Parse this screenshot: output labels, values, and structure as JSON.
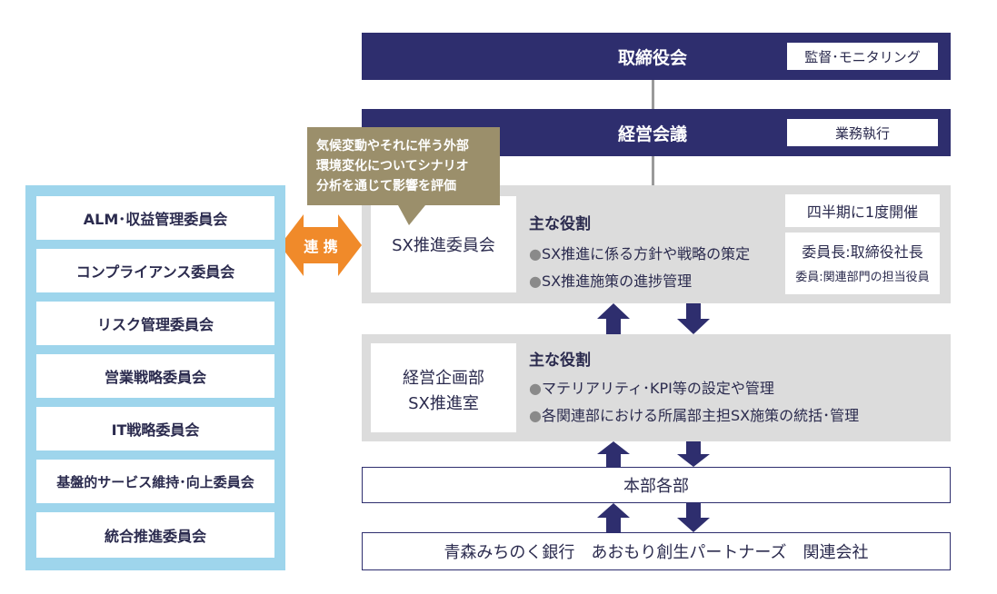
{
  "board": {
    "title": "取締役会",
    "tag": "監督･モニタリング"
  },
  "management": {
    "title": "経営会議",
    "tag": "業務執行"
  },
  "callout": {
    "line1": "気候変動やそれに伴う外部",
    "line2": "環境変化についてシナリオ",
    "line3": "分析を通じて影響を評価"
  },
  "sx_committee": {
    "title": "SX推進委員会",
    "roles_heading": "主な役割",
    "roles": [
      "SX推進に係る方針や戦略の策定",
      "SX推進施策の進捗管理"
    ],
    "frequency": "四半期に1度開催",
    "chair": "委員長:取締役社長",
    "members": "委員:関連部門の担当役員"
  },
  "link_label": "連 携",
  "planning": {
    "title_line1": "経営企画部",
    "title_line2": "SX推進室",
    "roles_heading": "主な役割",
    "roles": [
      "マテリアリティ･KPI等の設定や管理",
      "各関連部における所属部主担SX施策の統括･管理"
    ]
  },
  "departments": {
    "label": "本部各部"
  },
  "group": {
    "label": "青森みちのく銀行　あおもり創生パートナーズ　関連会社"
  },
  "committees": [
    "ALM･収益管理委員会",
    "コンプライアンス委員会",
    "リスク管理委員会",
    "営業戦略委員会",
    "IT戦略委員会",
    "基盤的サービス維持･向上委員会",
    "統合推進委員会"
  ],
  "colors": {
    "navy": "#2e2e6e",
    "gray": "#dcdcdc",
    "light_blue": "#9ed5ec",
    "orange": "#f08a2a",
    "callout": "#9b8f6b"
  },
  "bullet_glyph": "●"
}
